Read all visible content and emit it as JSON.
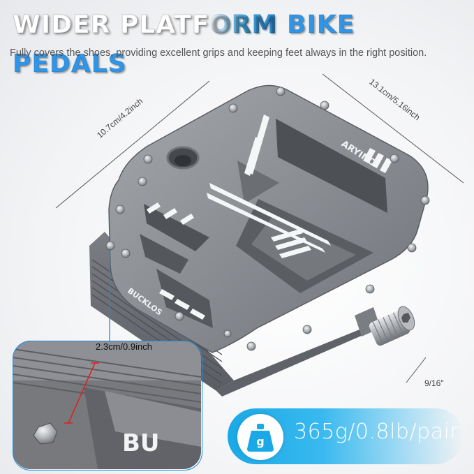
{
  "title": {
    "part1": "WIDER PLATF",
    "part2": "ORM",
    "part3": " BIKE PEDALS"
  },
  "subtitle": "Fully covers the shoes, providing excellent grips and keeping feet always in the right position.",
  "dimensions": {
    "width": "10.7cm/4.2inch",
    "length": "13.1cm/5.16inch",
    "thread": "9/16\"",
    "thickness": "2.3cm/0.9inch"
  },
  "brand_labels": {
    "top": "ARYINO",
    "side": "BUCKLOS",
    "zoom": "BU"
  },
  "weight": {
    "icon": "weight-icon",
    "icon_text": "g",
    "value": "365g/0.8lb/pair"
  },
  "colors": {
    "accent": "#2e95e8",
    "pedal": "#8a8d92",
    "pedal_dark": "#5d6066"
  }
}
